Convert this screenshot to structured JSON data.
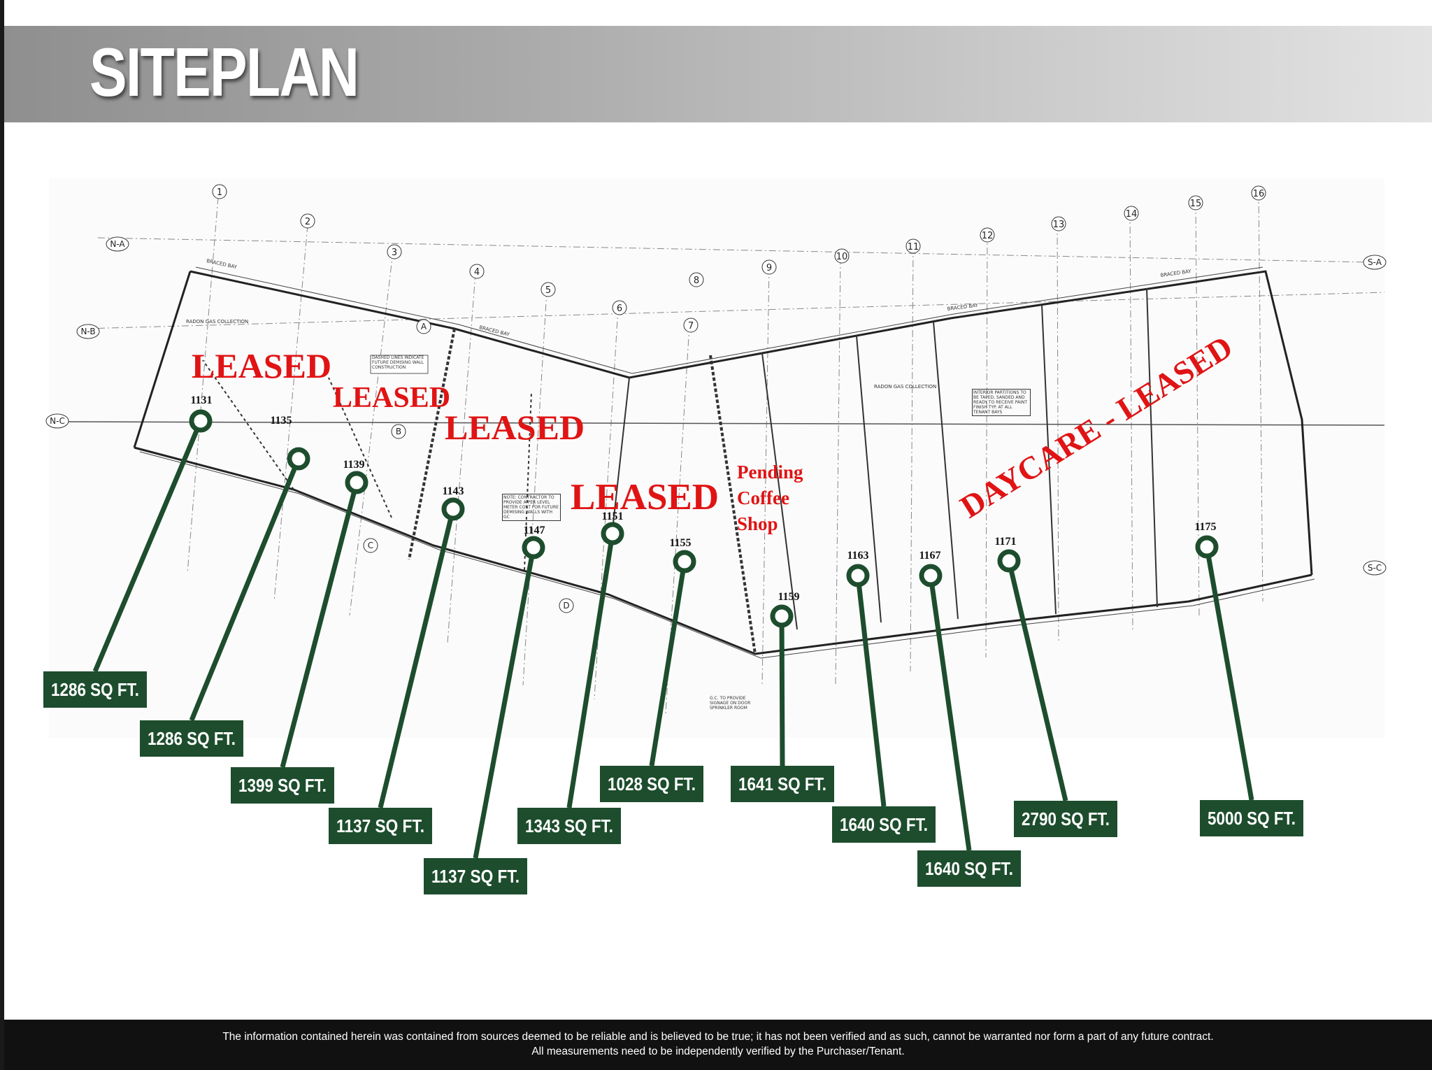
{
  "header": {
    "title": "SITEPLAN"
  },
  "labels": {
    "leased": "LEASED",
    "daycare": "DAYCARE - LEASED",
    "pending_1": "Pending",
    "pending_2": "Coffee",
    "pending_3": "Shop"
  },
  "units": [
    {
      "unit": "1131",
      "area": "1286 SQ FT."
    },
    {
      "unit": "1135",
      "area": "1286 SQ FT."
    },
    {
      "unit": "1139",
      "area": "1399 SQ FT."
    },
    {
      "unit": "1143",
      "area": "1137 SQ FT."
    },
    {
      "unit": "1147",
      "area": "1137 SQ FT."
    },
    {
      "unit": "1151",
      "area": "1343 SQ FT."
    },
    {
      "unit": "1155",
      "area": "1028 SQ FT."
    },
    {
      "unit": "1159",
      "area": "1641 SQ FT."
    },
    {
      "unit": "1163",
      "area": "1640 SQ FT."
    },
    {
      "unit": "1167",
      "area": "1640 SQ FT."
    },
    {
      "unit": "1171",
      "area": "2790 SQ FT."
    },
    {
      "unit": "1175",
      "area": "5000 SQ FT."
    }
  ],
  "grid": {
    "numbers": [
      "1",
      "2",
      "3",
      "4",
      "5",
      "6",
      "7",
      "8",
      "9",
      "10",
      "11",
      "12",
      "13",
      "14",
      "15",
      "16"
    ],
    "letters_left": [
      "N-A",
      "N-B",
      "N-C"
    ],
    "letters_right": [
      "S-A",
      "S-C"
    ],
    "inner_letters": [
      "A",
      "B",
      "C",
      "D"
    ]
  },
  "plan_notes": {
    "braced_bay": "BRACED BAY",
    "radon": "RADON GAS COLLECTION",
    "dashed": "DASHED LINES INDICATE FUTURE DEMISING WALL CONSTRUCTION",
    "interior": "INTERIOR PARTITIONS TO BE TAPED, SANDED AND READY TO RECEIVE PAINT FINISH TYP. AT ALL TENANT BAYS",
    "contractor": "NOTE: CONTRACTOR TO PROVIDE A PER LEVEL METER COST FOR FUTURE DEMISING WALLS WITH GC",
    "gc": "G.C. TO PROVIDE SIGNAGE ON DOOR SPRINKLER ROOM"
  },
  "colors": {
    "marker": "#1d4d2d",
    "leased": "#e01414",
    "header_text": "#ffffff"
  },
  "footer": {
    "line1": "The information contained herein was contained from sources deemed to be reliable and is believed to be true; it has not been verified and as such, cannot be warranted nor form a part of any future contract.",
    "line2": "All measurements need to be  independently verified by the Purchaser/Tenant."
  }
}
